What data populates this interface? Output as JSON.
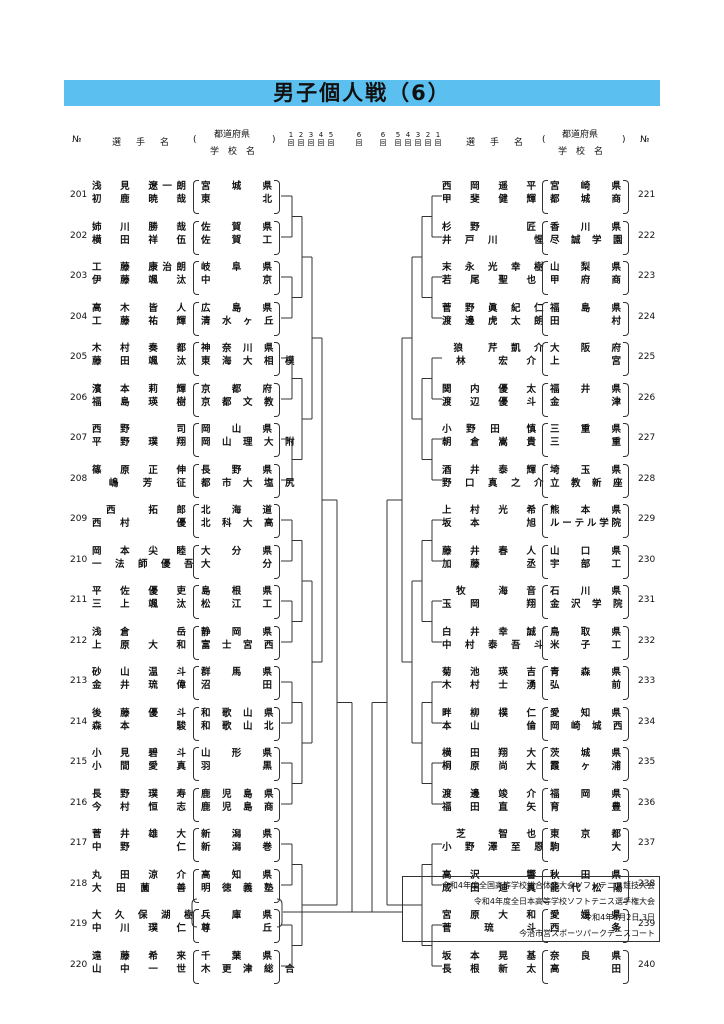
{
  "title": "男子個人戦（6）",
  "header": {
    "no_label": "№",
    "player_label": "選　手　名",
    "pref_label": "都道府県",
    "school_label": "学　校　名",
    "paren_open": "(",
    "paren_close": ")",
    "rounds_left": [
      "1",
      "2",
      "3",
      "4",
      "5",
      "6"
    ],
    "rounds_right": [
      "6",
      "5",
      "4",
      "3",
      "2",
      "1"
    ],
    "round_suffix": "回"
  },
  "left_entries": [
    {
      "no": "201",
      "p1": "浅　見　遼一朗",
      "p2": "初　鹿　暁　哉",
      "pref": "宮　城　県",
      "school": "東　　　北"
    },
    {
      "no": "202",
      "p1": "姉　川　勝　哉",
      "p2": "横　田　祥　伍",
      "pref": "佐　賀　県",
      "school": "佐　賀　工"
    },
    {
      "no": "203",
      "p1": "工　藤　康治朗",
      "p2": "伊　藤　颯　汰",
      "pref": "岐　阜　県",
      "school": "中　　　京"
    },
    {
      "no": "204",
      "p1": "高　木　皆　人",
      "p2": "工　藤　祐　輝",
      "pref": "広　島　県",
      "school": "清　水　ヶ　丘"
    },
    {
      "no": "205",
      "p1": "木　村　奏　都",
      "p2": "藤　田　颯　汰",
      "pref": "神　奈　川　県",
      "school": "東　海　大　相　模"
    },
    {
      "no": "206",
      "p1": "濱　本　莉　輝",
      "p2": "福　島　瑛　樹",
      "pref": "京　都　府",
      "school": "京　都　文　教"
    },
    {
      "no": "207",
      "p1": "西　野　　　司",
      "p2": "平　野　璞　翔",
      "pref": "岡　山　県",
      "school": "岡　山　理　大　附"
    },
    {
      "no": "208",
      "p1": "篠　原　正　伸",
      "p2": "　嶋　芳　征",
      "pref": "長　野　県",
      "school": "都　市　大　塩　尻"
    },
    {
      "no": "209",
      "p1": "　西　　拓　郎",
      "p2": "西　村　　　優",
      "pref": "北　海　道",
      "school": "北　科　大　高"
    },
    {
      "no": "210",
      "p1": "岡　本　尖　睦",
      "p2": "一　法　師　優　吾",
      "pref": "大　分　県",
      "school": "大　　　分"
    },
    {
      "no": "211",
      "p1": "平　佐　優　吏",
      "p2": "三　上　颯　汰",
      "pref": "島　根　県",
      "school": "松　江　工"
    },
    {
      "no": "212",
      "p1": "浅　倉　　　岳",
      "p2": "上　原　大　和",
      "pref": "静　岡　県",
      "school": "富　士　宮　西"
    },
    {
      "no": "213",
      "p1": "砂　山　温　斗",
      "p2": "金　井　琉　偉",
      "pref": "群　馬　県",
      "school": "沼　　　田"
    },
    {
      "no": "214",
      "p1": "後　藤　優　斗",
      "p2": "森　本　　　駿",
      "pref": "和　歌　山　県",
      "school": "和　歌　山　北"
    },
    {
      "no": "215",
      "p1": "小　見　碧　斗",
      "p2": "小　間　愛　真",
      "pref": "山　形　県",
      "school": "羽　　　黒"
    },
    {
      "no": "216",
      "p1": "長　野　璞　寿",
      "p2": "今　村　恒　志",
      "pref": "鹿　児　島　県",
      "school": "鹿　児　島　商"
    },
    {
      "no": "217",
      "p1": "菅　井　雄　大",
      "p2": "中　野　　　仁",
      "pref": "新　潟　県",
      "school": "新　潟　巻"
    },
    {
      "no": "218",
      "p1": "丸　田　涼　介",
      "p2": "大　田　薗　　善",
      "pref": "高　知　県",
      "school": "明　徳　義　塾"
    },
    {
      "no": "219",
      "p1": "大　久　保　湖　樹",
      "p2": "中　川　璞　仁",
      "pref": "兵　庫　県",
      "school": "尊　　　丘"
    },
    {
      "no": "220",
      "p1": "遠　藤　希　来",
      "p2": "山　中　一　世",
      "pref": "千　葉　県",
      "school": "木　更　津　総　合"
    }
  ],
  "right_entries": [
    {
      "no": "221",
      "p1": "西　岡　遥　平",
      "p2": "甲　斐　健　輝",
      "pref": "宮　崎　県",
      "school": "都　城　商"
    },
    {
      "no": "222",
      "p1": "杉　野　　　匠",
      "p2": "井　戸　川　　　惺",
      "pref": "香　川　県",
      "school": "尽　誠　学　園"
    },
    {
      "no": "223",
      "p1": "末　永　光　幸　樹",
      "p2": "若　尾　聖　也",
      "pref": "山　梨　県",
      "school": "甲　府　商"
    },
    {
      "no": "224",
      "p1": "菅　野　眞　紀　仁",
      "p2": "渡　邊　虎　太　朗",
      "pref": "福　島　県",
      "school": "田　　　村"
    },
    {
      "no": "225",
      "p1": "　狼　　芹　凱　介",
      "p2": "　林　　宏　介",
      "pref": "大　阪　府",
      "school": "上　　　宮"
    },
    {
      "no": "226",
      "p1": "関　内　優　太",
      "p2": "渡　辺　優　斗",
      "pref": "福　井　県",
      "school": "金　　　津"
    },
    {
      "no": "227",
      "p1": "小　野　田　　慎",
      "p2": "朝　倉　嵩　貴",
      "pref": "三　重　県",
      "school": "三　　　重"
    },
    {
      "no": "228",
      "p1": "酒　井　泰　輝",
      "p2": "野　口　真　之　介",
      "pref": "埼　玉　県",
      "school": "立　教　新　座"
    },
    {
      "no": "229",
      "p1": "上　村　光　希",
      "p2": "坂　本　　　旭",
      "pref": "熊　本　県",
      "school": "ルーテル学院"
    },
    {
      "no": "230",
      "p1": "藤　井　春　人",
      "p2": "加　藤　　　丞",
      "pref": "山　口　県",
      "school": "宇　部　工"
    },
    {
      "no": "231",
      "p1": "　牧　　海　音",
      "p2": "玉　岡　　　翔",
      "pref": "石　川　県",
      "school": "金　沢　学　院"
    },
    {
      "no": "232",
      "p1": "白　井　幸　誠",
      "p2": "中　村　泰　吾　斗",
      "pref": "鳥　取　県",
      "school": "米　子　工"
    },
    {
      "no": "233",
      "p1": "菊　池　瑛　吉",
      "p2": "木　村　士　湧",
      "pref": "青　森　県",
      "school": "弘　　　前"
    },
    {
      "no": "234",
      "p1": "畔　柳　樸　仁",
      "p2": "本　山　　　倫",
      "pref": "愛　知　県",
      "school": "岡　崎　城　西"
    },
    {
      "no": "235",
      "p1": "横　田　翔　大",
      "p2": "桐　原　尚　大",
      "pref": "茨　城　県",
      "school": "霞　ヶ　浦"
    },
    {
      "no": "236",
      "p1": "渡　邊　竣　介",
      "p2": "福　田　直　矢",
      "pref": "福　岡　県",
      "school": "育　　　豊"
    },
    {
      "no": "237",
      "p1": "　芝　　智　也",
      "p2": "小　野　澤　至　恩",
      "pref": "東　京　都",
      "school": "駒　　　大"
    },
    {
      "no": "238",
      "p1": "高　沢　　　響",
      "p2": "成　田　迪　真",
      "pref": "秋　田　県",
      "school": "能　代　松　陽"
    },
    {
      "no": "239",
      "p1": "宮　原　大　和",
      "p2": "菅　琉　斗",
      "pref": "愛　媛　県",
      "school": "西　　　条"
    },
    {
      "no": "240",
      "p1": "坂　本　晃　基",
      "p2": "長　根　新　太",
      "pref": "奈　良　県",
      "school": "高　　　田"
    }
  ],
  "footer": {
    "line1": "令和4年度全国高等学校総合体育大会ソフトテニス競技大会",
    "line2": "令和4年度全日本高等学校ソフトテニス選手権大会",
    "line3": "令和4年8月2日,3日",
    "line4": "今治市営スポーツパークテニスコート"
  }
}
